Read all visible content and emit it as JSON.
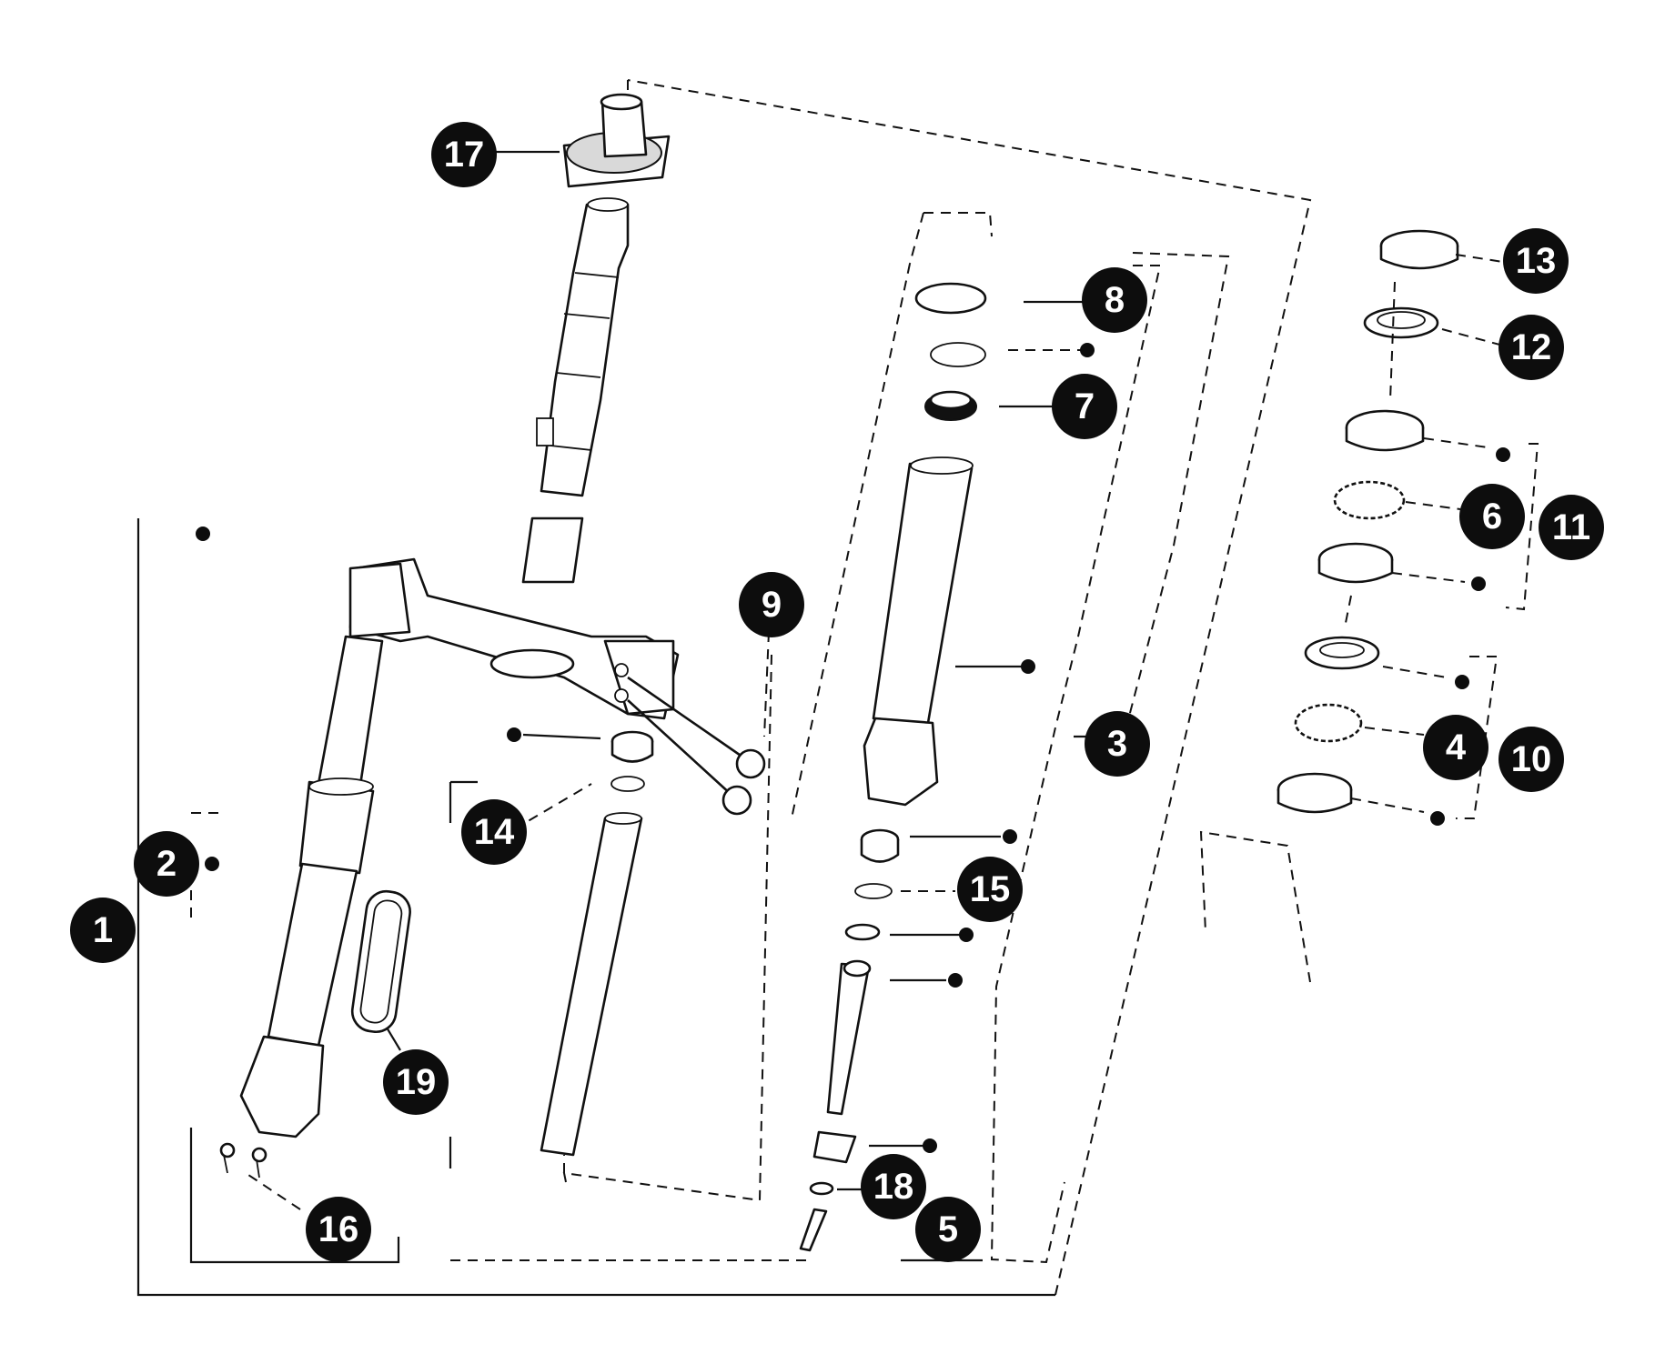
{
  "callouts": [
    {
      "id": "1",
      "label": "1"
    },
    {
      "id": "2",
      "label": "2"
    },
    {
      "id": "3",
      "label": "3"
    },
    {
      "id": "4",
      "label": "4"
    },
    {
      "id": "5",
      "label": "5"
    },
    {
      "id": "6",
      "label": "6"
    },
    {
      "id": "7",
      "label": "7"
    },
    {
      "id": "8",
      "label": "8"
    },
    {
      "id": "9",
      "label": "9"
    },
    {
      "id": "10",
      "label": "10"
    },
    {
      "id": "11",
      "label": "11"
    },
    {
      "id": "12",
      "label": "12"
    },
    {
      "id": "13",
      "label": "13"
    },
    {
      "id": "14",
      "label": "14"
    },
    {
      "id": "15",
      "label": "15"
    },
    {
      "id": "16",
      "label": "16"
    },
    {
      "id": "17",
      "label": "17"
    },
    {
      "id": "18",
      "label": "18"
    },
    {
      "id": "19",
      "label": "19"
    }
  ],
  "colors": {
    "ink": "#0d0d0d",
    "paper": "#ffffff"
  }
}
